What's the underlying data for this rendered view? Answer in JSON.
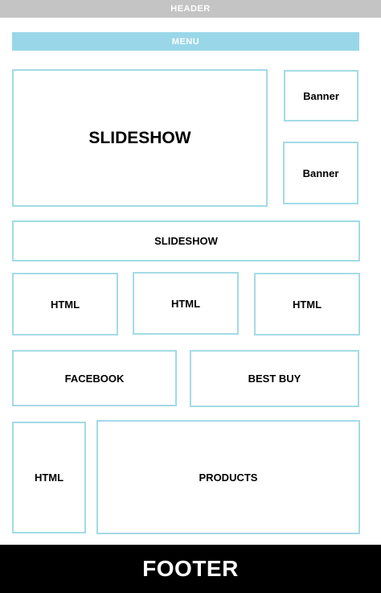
{
  "header": {
    "label": "HEADER"
  },
  "menu": {
    "label": "MENU"
  },
  "slideshow_main": {
    "label": "SLIDESHOW"
  },
  "banners": [
    {
      "label": "Banner"
    },
    {
      "label": "Banner"
    }
  ],
  "slideshow_wide": {
    "label": "SLIDESHOW"
  },
  "html_row": [
    {
      "label": "HTML"
    },
    {
      "label": "HTML"
    },
    {
      "label": "HTML"
    }
  ],
  "social_row": {
    "facebook": {
      "label": "FACEBOOK"
    },
    "bestbuy": {
      "label": "BEST BUY"
    }
  },
  "bottom_row": {
    "html": {
      "label": "HTML"
    },
    "products": {
      "label": "PRODUCTS"
    }
  },
  "footer": {
    "label": "FOOTER"
  },
  "colors": {
    "header_bg": "#c4c4c4",
    "menu_bg": "#99d7e8",
    "box_border": "#a3dbe6",
    "footer_bg": "#000000"
  }
}
